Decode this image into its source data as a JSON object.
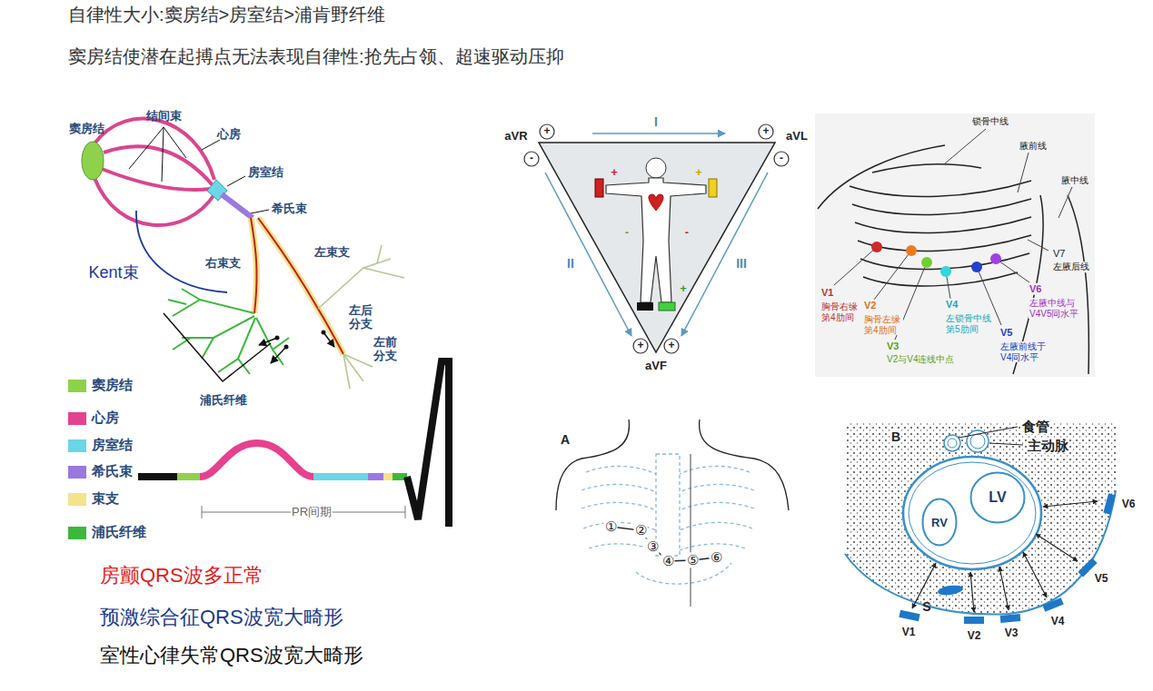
{
  "diagram": {
    "nodes": [
      {
        "text": [
          "LV"
        ]
      },
      {
        "text": [
          "RV"
        ]
      }
    ],
    "labels": [
      "自律性大小:窦房结>房室结>浦肯野纤维",
      "窦房结使潜在起搏点无法表现自律性:抢先占领、超速驱动压抑",
      "窦房结",
      "结间束",
      "心房",
      "房室结",
      "希氏束",
      "右束支",
      "左束支",
      "左后分支",
      "左前分支",
      "浦氏纤维",
      "Kent束",
      "PR间期",
      "房颤QRS波多正常",
      "预激综合征QRS波宽大畸形",
      "室性心律失常QRS波宽大畸形",
      "I",
      "II",
      "III",
      "aVR",
      "aVL",
      "aVF",
      "+",
      "-",
      "+",
      "-",
      "+",
      "+",
      "+",
      "+",
      "-",
      "-",
      "+",
      "锁骨中线",
      "腋前线",
      "腋中线",
      "V7",
      "左腋后线",
      "V1",
      "胸骨右缘第4肋间",
      "V2",
      "胸骨左缘第4肋间",
      "V3",
      "V2与V4连线中点",
      "V4",
      "左锁骨中线第5肋间",
      "V5",
      "左腋前线于V4同水平",
      "V6",
      "左腋中线与V4V5同水平",
      "A",
      "①",
      "②",
      "③",
      "④",
      "⑤",
      "⑥",
      "B",
      "食管",
      "主动脉",
      "S",
      "V1",
      "V2",
      "V3",
      "V4",
      "V5",
      "V6"
    ],
    "legend": [
      {
        "text": "窦房结",
        "color": "#8ed14b"
      },
      {
        "text": "心房",
        "color": "#e6418f"
      },
      {
        "text": "房室结",
        "color": "#6ad6e6"
      },
      {
        "text": "希氏束",
        "color": "#9a78e0"
      },
      {
        "text": "束支",
        "color": "#f2e48c"
      },
      {
        "text": "浦氏纤维",
        "color": "#3cb83c"
      }
    ]
  }
}
